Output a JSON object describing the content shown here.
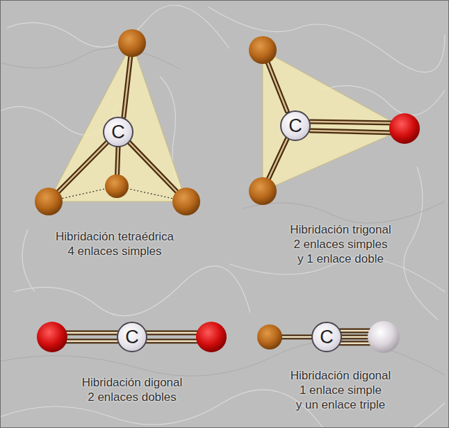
{
  "diagram": {
    "nodes": [
      {
        "text": [
          "C"
        ]
      },
      {
        "text": [
          "C"
        ]
      },
      {
        "text": [
          "C"
        ]
      },
      {
        "text": [
          "C"
        ]
      }
    ],
    "labels": [
      "Hibridación tetraédrica 4 enlaces simples",
      "Hibridación trigonal 2 enlaces simples y 1 enlace doble",
      "Hibridación digonal 2 enlaces dobles",
      "Hibridación digonal 1 enlace simple y un enlace triple"
    ]
  }
}
